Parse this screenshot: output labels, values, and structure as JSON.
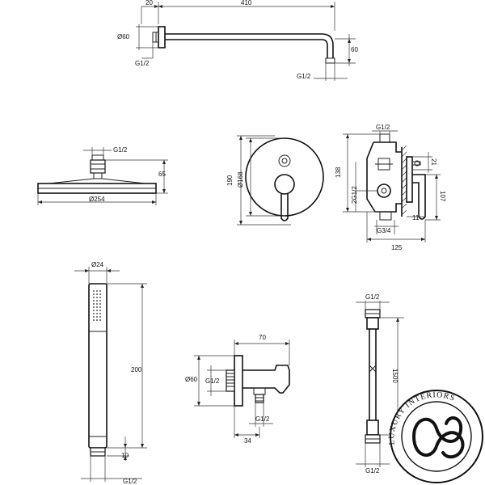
{
  "shower_arm": {
    "dim_flange": "20",
    "dim_length": "410",
    "dim_dia": "Ø60",
    "dim_thread_left": "G1/2",
    "dim_drop": "60",
    "dim_thread_right": "G1/2"
  },
  "shower_head": {
    "dim_thread": "G1/2",
    "dim_height": "65",
    "dim_dia": "Ø254"
  },
  "mixer_front": {
    "dim_height": "190",
    "dim_dia": "Ø168"
  },
  "mixer_side": {
    "dim_thread_top": "G1/2",
    "dim_21": "21",
    "dim_138": "138",
    "dim_2g": "2G1/2",
    "dim_107": "107",
    "dim_11": "11",
    "dim_g34": "G3/4",
    "dim_125": "125"
  },
  "hand_shower": {
    "dim_dia": "Ø24",
    "dim_length": "200",
    "dim_10": "10",
    "dim_thread": "G1/2"
  },
  "wall_elbow": {
    "dim_width": "70",
    "dim_dia": "Ø60",
    "dim_thread_in": "G1/2",
    "dim_thread_out": "G1/2",
    "dim_34": "34"
  },
  "hose": {
    "dim_thread_top": "G1/2",
    "dim_length": "1500",
    "dim_thread_bottom": "G1/2"
  },
  "logo": {
    "text": "LUXURY INTERIORS"
  }
}
